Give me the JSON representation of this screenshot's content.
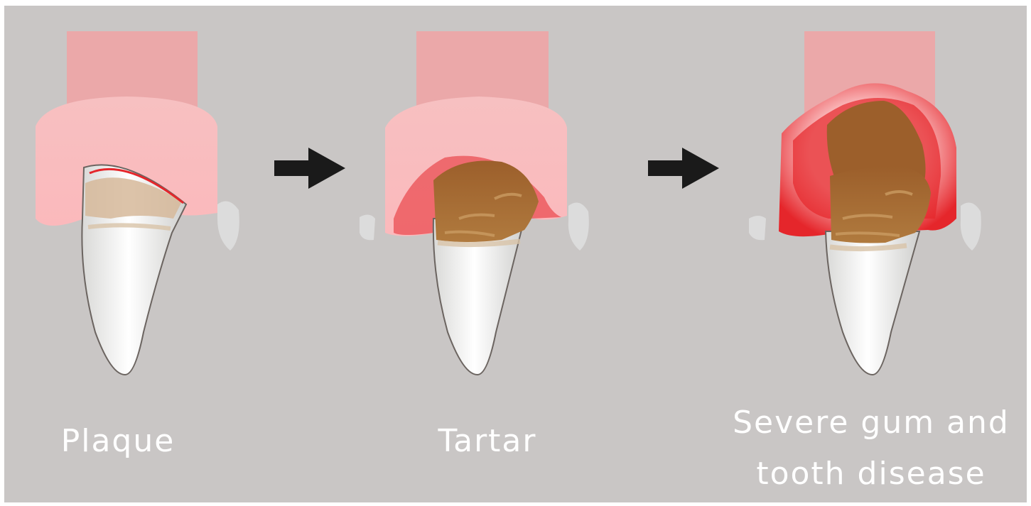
{
  "stages": [
    {
      "label": "Plaque"
    },
    {
      "label": "Tartar"
    },
    {
      "label": "Severe gum and\ntooth disease"
    }
  ],
  "colors": {
    "background": "#c9c6c5",
    "gum_pink": "#f9b7b9",
    "gum_top": "#eba8a9",
    "inflamed_red": "#e5262b",
    "tartar_brown": "#a86c33",
    "tooth_white": "#f6f6f4",
    "arrow": "#1a1a1a",
    "label_text": "#ffffff"
  },
  "icons": [
    "arrow-right-icon",
    "arrow-right-icon"
  ]
}
